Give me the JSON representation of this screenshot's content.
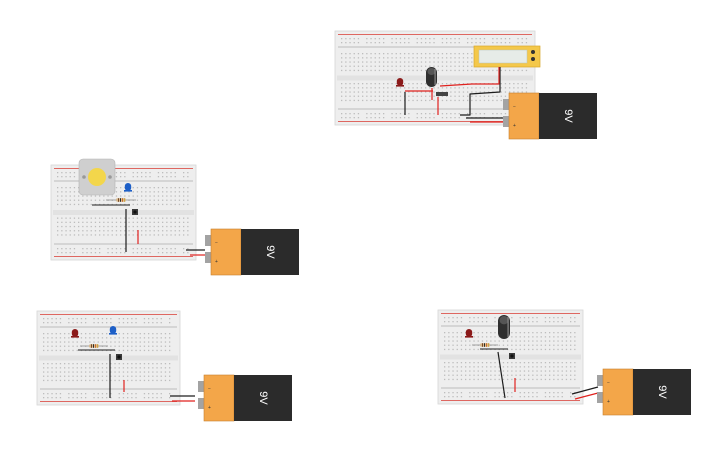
{
  "circuits": [
    {
      "name": "circuit-led-capacitor-meter",
      "battery_label": "9V",
      "extra_parts": [
        "led",
        "capacitor",
        "multimeter"
      ],
      "meter_reading": ""
    },
    {
      "name": "circuit-motor-led-button",
      "battery_label": "9V",
      "extra_parts": [
        "dc-motor",
        "led",
        "resistor",
        "pushbutton"
      ]
    },
    {
      "name": "circuit-two-leds-button",
      "battery_label": "9V",
      "extra_parts": [
        "red-led",
        "blue-led",
        "resistor",
        "pushbutton"
      ]
    },
    {
      "name": "circuit-led-capacitor-button",
      "battery_label": "9V",
      "extra_parts": [
        "red-led",
        "capacitor",
        "resistor",
        "pushbutton"
      ]
    }
  ],
  "colors": {
    "breadboard": "#eeeeee",
    "breadboard_hole": "#bdbdbd",
    "rail_red": "#d93a32",
    "rail_blue": "#8a8a8a",
    "battery_top": "#f3a649",
    "battery_body": "#2b2b2b",
    "battery_terminal": "#a3a3a3",
    "wire_red": "#e0221f",
    "wire_black": "#1d1d1d",
    "led_red": "#8b1a1a",
    "led_blue": "#1d5fc7",
    "meter_body": "#f4c84a",
    "meter_screen": "#e6ece8",
    "motor_body": "#cfcfcf",
    "motor_hub": "#f3d64b",
    "capacitor": "#2f2f2f"
  }
}
